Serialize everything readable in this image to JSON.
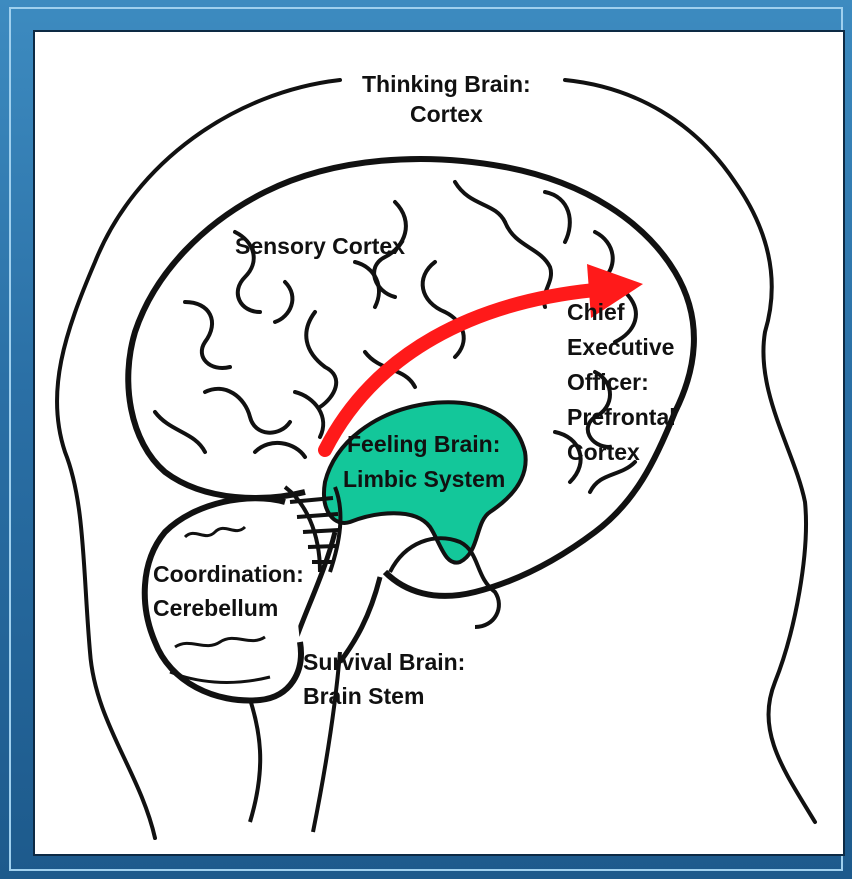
{
  "labels": {
    "thinking_line1": "Thinking Brain:",
    "thinking_line2": "Cortex",
    "sensory": "Sensory Cortex",
    "ceo_line1": "Chief",
    "ceo_line2": "Executive",
    "ceo_line3": "Officer:",
    "ceo_line4": "Prefrontal",
    "ceo_line5": "Cortex",
    "feeling_line1": "Feeling Brain:",
    "feeling_line2": "Limbic System",
    "coordination_line1": "Coordination:",
    "coordination_line2": "Cerebellum",
    "survival_line1": "Survival Brain:",
    "survival_line2": "Brain Stem"
  },
  "colors": {
    "background": "#2a6fa5",
    "limbic_fill": "#13c79a",
    "arrow": "#ff1a1a",
    "outline": "#111111"
  }
}
